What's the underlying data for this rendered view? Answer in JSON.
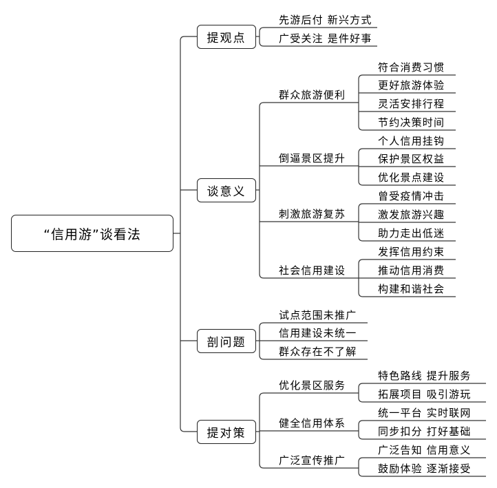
{
  "root": {
    "label": "“信用游”谈看法"
  },
  "branches": [
    {
      "label": "提观点",
      "items": [
        "先游后付  新兴方式",
        "广受关注  是件好事"
      ]
    },
    {
      "label": "谈意义",
      "groups": [
        {
          "label": "群众旅游便利",
          "items": [
            "符合消费习惯",
            "更好旅游体验",
            "灵活安排行程",
            "节约决策时间"
          ]
        },
        {
          "label": "倒逼景区提升",
          "items": [
            "个人信用挂钩",
            "保护景区权益",
            "优化景点建设"
          ]
        },
        {
          "label": "刺激旅游复苏",
          "items": [
            "曾受疫情冲击",
            "激发旅游兴趣",
            "助力走出低迷"
          ]
        },
        {
          "label": "社会信用建设",
          "items": [
            "发挥信用约束",
            "推动信用消费",
            "构建和谐社会"
          ]
        }
      ]
    },
    {
      "label": "剖问题",
      "items": [
        "试点范围未推广",
        "信用建设未统一",
        "群众存在不了解"
      ]
    },
    {
      "label": "提对策",
      "groups": [
        {
          "label": "优化景区服务",
          "items": [
            "特色路线  提升服务",
            "拓展项目  吸引游玩"
          ]
        },
        {
          "label": "健全信用体系",
          "items": [
            "统一平台  实时联网",
            "同步扣分  打好基础"
          ]
        },
        {
          "label": "广泛宣传推广",
          "items": [
            "广泛告知  信用意义",
            "鼓励体验  逐渐接受"
          ]
        }
      ]
    }
  ]
}
